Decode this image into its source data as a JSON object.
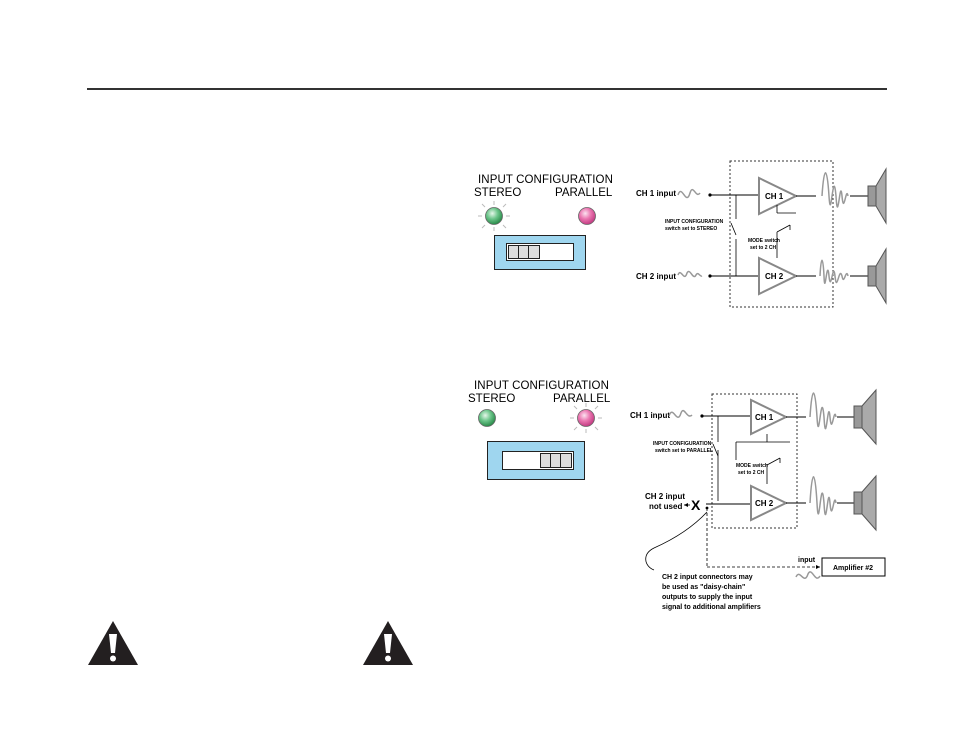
{
  "panels": [
    {
      "title": "INPUT CONFIGURATION",
      "left_label": "STEREO",
      "right_label": "PARALLEL",
      "active": "STEREO"
    },
    {
      "title": "INPUT CONFIGURATION",
      "left_label": "STEREO",
      "right_label": "PARALLEL",
      "active": "PARALLEL"
    }
  ],
  "diagram_stereo": {
    "ch1_input": "CH 1 input",
    "ch2_input": "CH 2 input",
    "ch1": "CH 1",
    "ch2": "CH 2",
    "switch_note_1": "INPUT CONFIGURATION",
    "switch_note_2": "switch set to STEREO",
    "mode_note_1": "MODE switch",
    "mode_note_2": "set to 2 CH"
  },
  "diagram_parallel": {
    "ch1_input": "CH 1 input",
    "ch2_input_1": "CH 2 input",
    "ch2_input_2": "not used",
    "x_mark": "X",
    "ch1": "CH 1",
    "ch2": "CH 2",
    "switch_note_1": "INPUT CONFIGURATION",
    "switch_note_2": "switch set to PARALLEL",
    "mode_note_1": "MODE switch",
    "mode_note_2": "set to 2 CH",
    "input_label": "input",
    "amp2": "Amplifier #2",
    "daisy_1": "CH 2 input connectors may",
    "daisy_2": "be used as \"daisy-chain\"",
    "daisy_3": "outputs to supply the input",
    "daisy_4": "signal to additional amplifiers"
  },
  "icons": [
    "warning-icon",
    "warning-icon"
  ],
  "colors": {
    "led_green": "#3fae63",
    "led_pink": "#e8559a",
    "switch_blue": "#9fd6ef",
    "amp_gray": "#8a8a8a"
  }
}
